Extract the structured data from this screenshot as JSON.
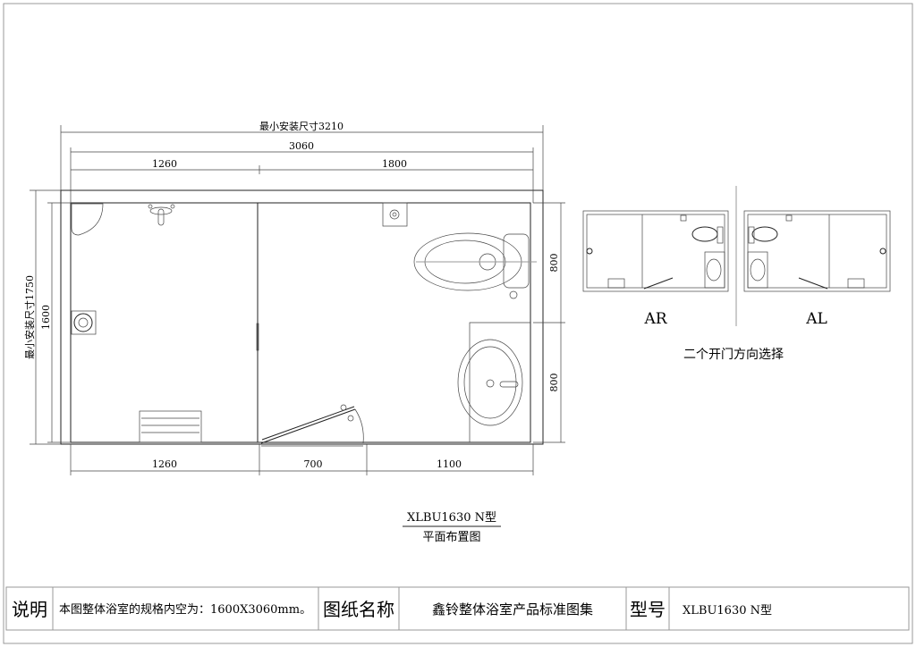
{
  "plan": {
    "dims": {
      "min_install_width": "最小安装尺寸3210",
      "total_width": "3060",
      "top_left": "1260",
      "top_right": "1800",
      "bottom_left": "1260",
      "bottom_door": "700",
      "bottom_right": "1100",
      "min_install_depth": "最小安装尺寸1750",
      "total_depth": "1600",
      "right_top": "800",
      "right_bottom": "800"
    },
    "model": "XLBU1630 N型",
    "caption": "平面布置图"
  },
  "variants": {
    "ar_label": "AR",
    "al_label": "AL",
    "caption": "二个开门方向选择"
  },
  "title_block": {
    "note_label": "说明",
    "note_text": "本图整体浴室的规格内空为：1600X3060mm。",
    "drawing_name_label": "图纸名称",
    "drawing_name": "鑫铃整体浴室产品标准图集",
    "model_label": "型号",
    "model": "XLBU1630 N型"
  }
}
